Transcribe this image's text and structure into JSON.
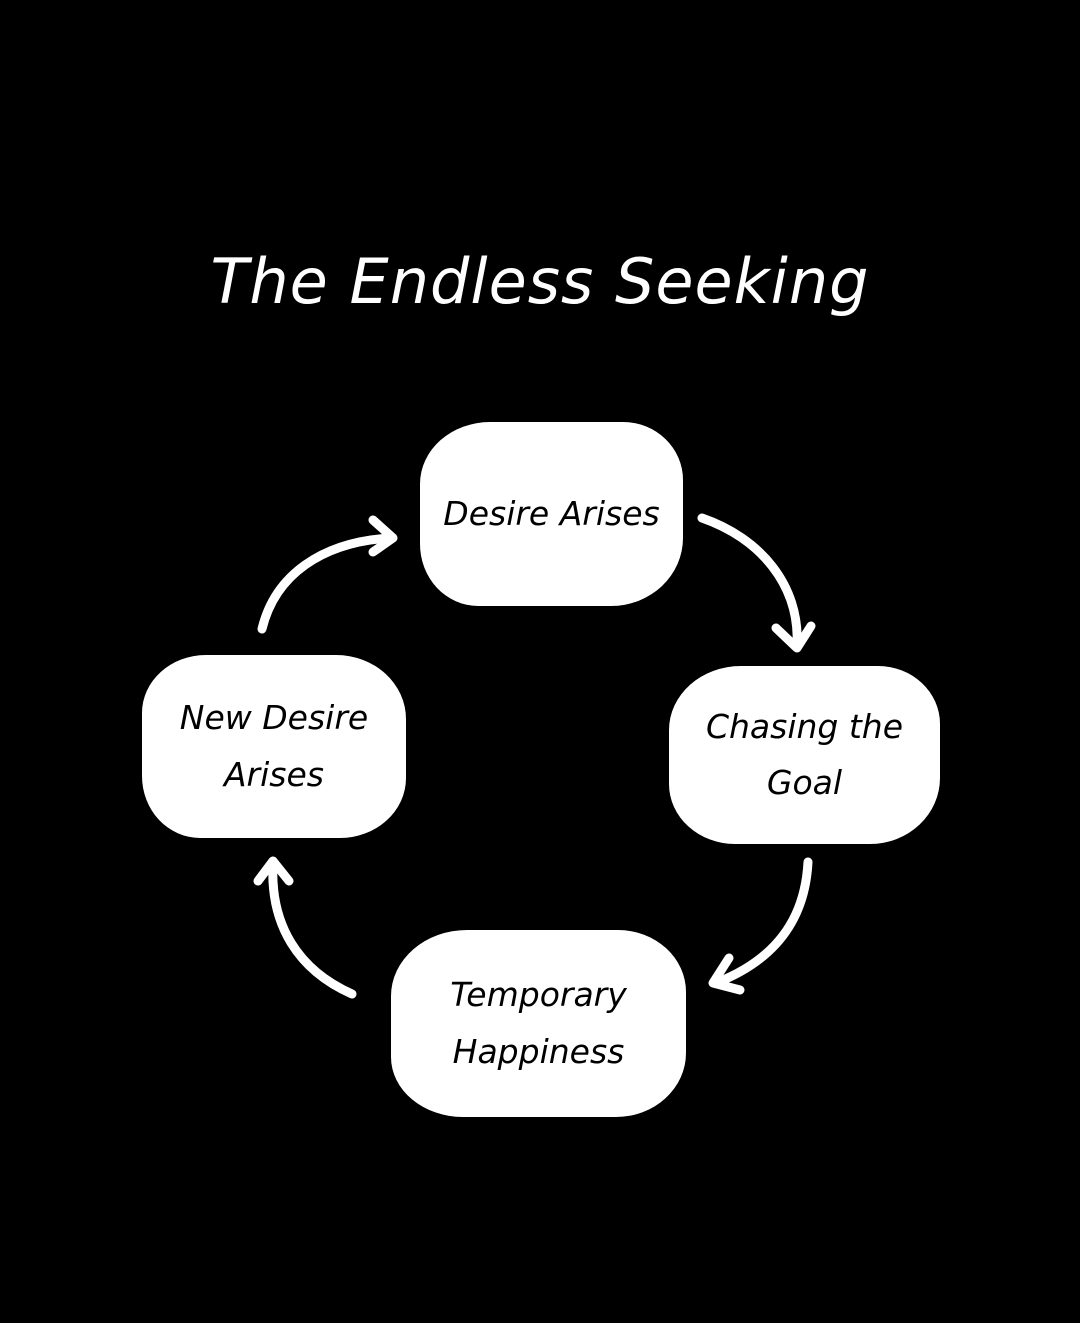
{
  "title": "The Endless Seeking",
  "colors": {
    "background": "#000000",
    "node_fill": "#ffffff",
    "node_text": "#000000",
    "arrow": "#ffffff",
    "title": "#ffffff"
  },
  "cycle": {
    "nodes": [
      {
        "lines": [
          "Desire Arises"
        ]
      },
      {
        "lines": [
          "Chasing the Goal"
        ]
      },
      {
        "lines": [
          "Temporary",
          "Happiness"
        ]
      },
      {
        "lines": [
          "New Desire",
          "Arises"
        ]
      }
    ],
    "direction": "clockwise"
  }
}
